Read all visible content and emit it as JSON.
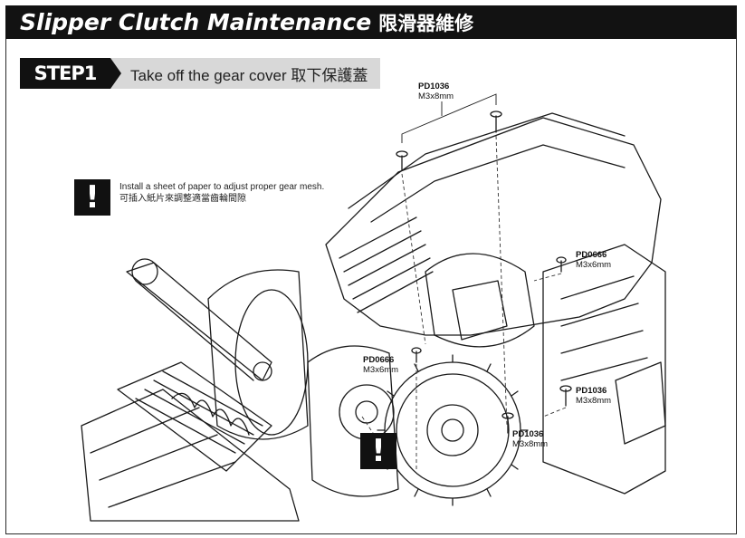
{
  "header": {
    "title_en": "Slipper Clutch Maintenance",
    "title_zh": "限滑器維修"
  },
  "step": {
    "badge": "STEP1",
    "instruction": "Take off the gear cover 取下保護蓋"
  },
  "notes": [
    {
      "icon": "exclamation-icon",
      "line_en": "Install a sheet of paper to adjust proper gear mesh.",
      "line_zh": "可插入紙片來調整適當齒輪間隙",
      "mark": "!"
    },
    {
      "icon": "exclamation-icon",
      "mark": "!"
    }
  ],
  "callouts": [
    {
      "part": "PD1036",
      "size": "M3x8mm"
    },
    {
      "part": "PD0666",
      "size": "M3x6mm"
    },
    {
      "part": "PD0666",
      "size": "M3x6mm"
    },
    {
      "part": "PD1036",
      "size": "M3x8mm"
    },
    {
      "part": "PD1036",
      "size": "M3x8mm"
    }
  ],
  "colors": {
    "title_bg": "#121212",
    "step_bg": "#d8d8d8",
    "line_art": "#1a1a1a"
  }
}
